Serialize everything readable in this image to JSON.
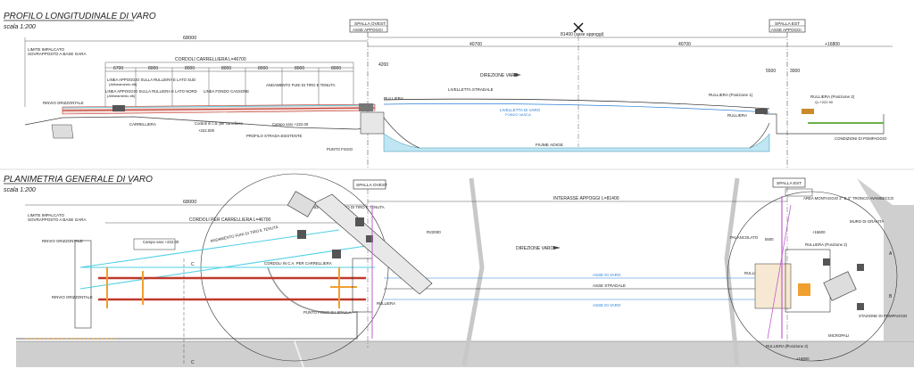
{
  "profile": {
    "title": "PROFILO LONGITUDINALE DI VARO",
    "scale": "scala 1:200",
    "spalla_ovest": "SPALLA OVEST",
    "spalla_est": "SPALLA EST",
    "asse_appoggi": "ASSE APPOGGI",
    "dim_total": "68000",
    "dim_span": "81400 (asse appoggi)",
    "dim_half_left": "40700",
    "dim_half_right": "40700",
    "dim_right": "+16800",
    "dim_4200": "4200",
    "dim_5500": "5500",
    "dim_3000": "3000",
    "segments": [
      "6700",
      "8000",
      "8000",
      "8000",
      "8000",
      "8000",
      "8000"
    ],
    "limite": "LIMITE IMPALCATO",
    "sovrapposto": "SOVRAPPOSTO A BASE GARA",
    "cordoli": "CORDOLI CARRELLIERA L=46700",
    "linea1": "LINEA APPOGGIO SULLA RULLIERA E LATO SUD",
    "linea1b": "(Allineamento #6)",
    "linea2": "LINEA APPOGGIO SULLA RULLIERA E LATO NORD",
    "linea2b": "(Allineamento #6)",
    "linea3": "LINEA FONDO CASSONE",
    "andamento": "ANDAMENTO FUNI DI TIRO E TENUTA",
    "rinvio": "RINVIO ORIZZONTALE",
    "carrelliera": "CARRELLIERA",
    "cordoli_ca": "Cordoli in c.a. per carrelliera",
    "quota1": "+222.000",
    "profilo_strada": "PROFILO STRADA ESISTENTE",
    "campo_varo": "Campo varo +222.00",
    "punto_fisso": "PUNTO FISSO",
    "rulliera": "RULLIERA",
    "livelletta": "LIVELLETTA STRADALE",
    "livelletta_varo": "LIVELLETTA DI VARO",
    "fondo_vasca": "FONDO VASCA",
    "direzione": "DIREZIONE VARO",
    "fiume": "FIUME ADIGE",
    "rulliera_p1": "RULLIERA (Posizione 1)",
    "rulliera_p2": "RULLIERA (Posizione 2)",
    "condizioni": "CONDIZIONI DI POMPAGGIO",
    "quota_r": "Q=+222.90"
  },
  "plan": {
    "title": "PLANIMETRIA GENERALE DI VARO",
    "scale": "scala 1:200",
    "spalla_ovest": "SPALLA OVEST",
    "spalla_est": "SPALLA EST",
    "dim_total": "68000",
    "interasse": "INTERASSE APPOGGI L=81400",
    "cordoli": "CORDOLI PER CARRELLIERA L=46700",
    "limite": "LIMITE IMPALCATO",
    "sovrapposto": "SOVRAPPOSTO A BASE GARA",
    "campo_varo": "Campo varo +222.00",
    "andamento": "ANDAMENTO FUNI DI TIRO E TENUTA",
    "fondazione": "FONDAZIONE ARGANO DI TIRO E TENUTA",
    "cordoli_ca": "CORDOLI IN C.A. PER CARRELLIERA",
    "rinvio1": "RINVIO ORIZZONTALE",
    "rinvio2": "RINVIO ORIZZONTALE",
    "punto_fisso": "PUNTO FISSO SU SPALLA",
    "rulliera": "RULLIERA",
    "r22000": "R22000",
    "direzione": "DIREZIONE VARO",
    "asse_varo_1": "ASSE DI VARO",
    "asse_stradale": "ASSE STRADALE",
    "asse_varo_2": "ASSE DI VARO",
    "area": "AREA MONTAGGIO 2° E 3° TRONCO AVAMBECCO",
    "muro": "MURO DI GRAVITÀ",
    "palancolato": "PALANCOLATO",
    "rulliera_p1": "RULLIERA (Posizione 1)",
    "rulliera_p2": "RULLIERA (Posizione 2)",
    "rulliera_p3": "RULLIERA (Posizione 3)",
    "stazione": "STAZIONE DI POMPAGGIO",
    "micropali": "MICROPALI",
    "dim_right": "+16800",
    "dim_15600": "+15600",
    "dim_5500": "5500",
    "sec_c": "C",
    "sec_a": "A",
    "sec_b": "B"
  },
  "colors": {
    "water": "#bfe6f2",
    "cable": "#4fd0e6",
    "rail": "#c0392b",
    "orange": "#f0a030",
    "magenta": "#c060d0",
    "gray": "#9a9a9a",
    "blue_line": "#2a7fd6"
  }
}
